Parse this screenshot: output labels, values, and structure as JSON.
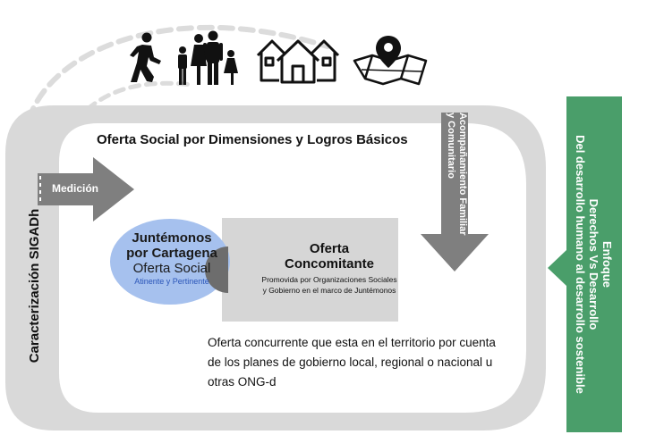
{
  "left_vertical_label": "Caracterización SIGADh",
  "offer_title": "Oferta Social por Dimensiones y Logros Básicos",
  "medicion_label": "Medición",
  "acompanamiento_label": [
    "Acompañamiento Familiar",
    "y Comunitario"
  ],
  "juntemonos": {
    "title_line1": "Juntémonos",
    "title_line2": "por Cartagena",
    "subtitle": "Oferta Social",
    "caption": "Atinente y Pertinente"
  },
  "concomitante": {
    "title_line1": "Oferta",
    "title_line2": "Concomitante",
    "description": "Promovida por Organizaciones Sociales y Gobierno en el marco de Juntémonos"
  },
  "concurrente_text": "Oferta concurrente que  esta en el territorio por cuenta de los planes de gobierno local, regional o nacional u otras ONG-d",
  "enfoque": {
    "line1": "Enfoque",
    "line2": "Derechos Vs Desarrollo",
    "line3": "Del desarrollo humano al desarrollo sostenible"
  },
  "icons": [
    "walking-person-icon",
    "family-icon",
    "houses-icon",
    "map-pin-icon"
  ],
  "colors": {
    "frame_gray": "#d9d9d9",
    "arrow_gray": "#7f7f7f",
    "oval_blue": "#a6c1ee",
    "concomitant_box": "#d6d6d6",
    "enfoque_green": "#4a9e6a",
    "dash_gray": "#dcdcdc"
  }
}
